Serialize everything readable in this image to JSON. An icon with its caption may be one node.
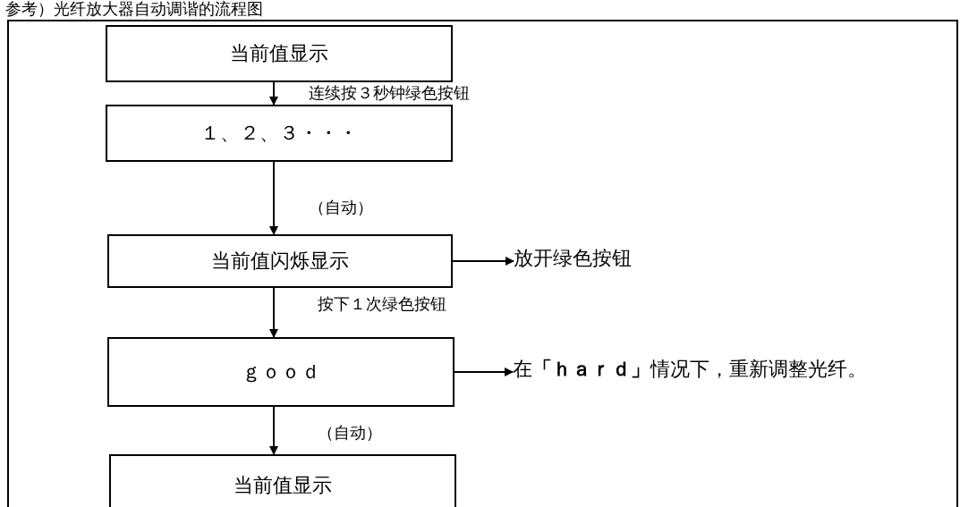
{
  "diagram": {
    "title": "参考）光纤放大器自动调谐的流程图",
    "nodes": [
      {
        "text": [
          "当前值显示"
        ]
      },
      {
        "text": [
          "１、２、３・・・"
        ]
      },
      {
        "text": [
          "当前值闪烁显示"
        ]
      },
      {
        "text": [
          "放开绿色按钮"
        ]
      },
      {
        "text": [
          "ｇｏｏｄ"
        ]
      },
      {
        "text": [
          "在**「ｈａｒｄ」**情况下，重新调整光纤。"
        ]
      },
      {
        "text": [
          "当前值显示"
        ]
      }
    ],
    "edges": [
      {
        "from": 0,
        "to": 1,
        "arrow": "to",
        "label": "连续按３秒钟绿色按钮"
      },
      {
        "from": 1,
        "to": 2,
        "arrow": "to",
        "label": "（自动）"
      },
      {
        "from": 2,
        "to": 3,
        "arrow": "to"
      },
      {
        "from": 2,
        "to": 4,
        "arrow": "to",
        "label": "按下１次绿色按钮"
      },
      {
        "from": 4,
        "to": 5,
        "arrow": "to"
      },
      {
        "from": 4,
        "to": 6,
        "arrow": "to",
        "label": "（自动）"
      }
    ]
  }
}
